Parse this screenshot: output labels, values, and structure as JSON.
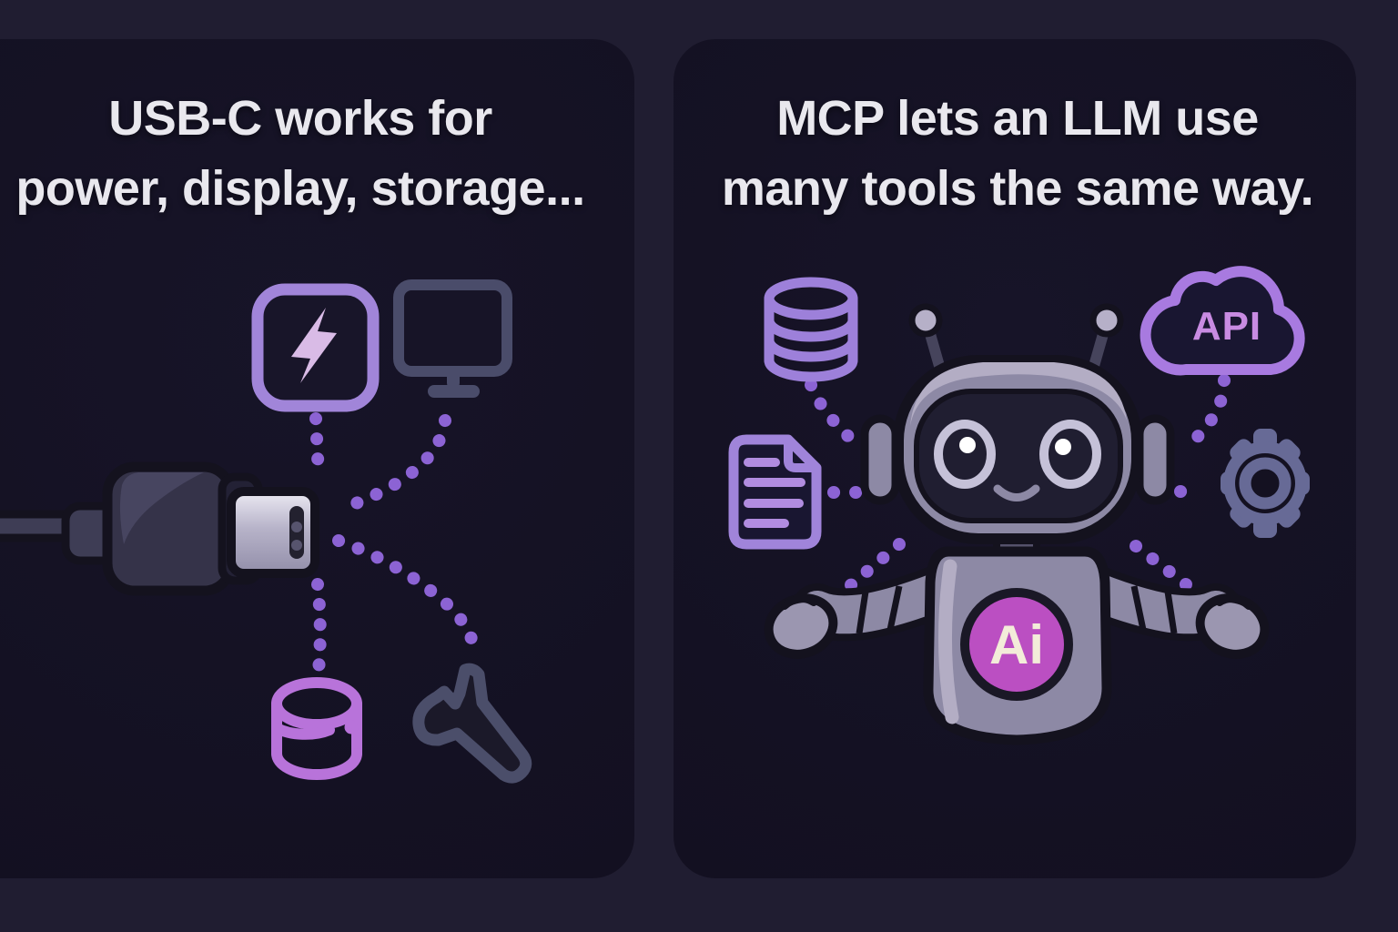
{
  "panels": {
    "left": {
      "title_line1": "USB-C works for",
      "title_line2": "power, display, storage...",
      "icons": [
        "power-lightning-icon",
        "display-monitor-icon",
        "usb-c-connector",
        "storage-database-icon",
        "tool-wrench-icon"
      ]
    },
    "right": {
      "title_line1": "MCP lets an LLM use",
      "title_line2": "many tools the same way.",
      "cloud_label": "API",
      "badge_label": "Ai",
      "icons": [
        "database-icon",
        "document-icon",
        "api-cloud-icon",
        "gear-icon",
        "ai-robot-mascot"
      ]
    }
  },
  "colors": {
    "background": "#201d31",
    "panel": "#141121",
    "title_text": "#e9e8ee",
    "accent_purple": "#a185d9",
    "accent_magenta_db": "#b873da",
    "cloud_purple": "#a87ae0",
    "cloud_text": "#c88be2",
    "slate_icon": "#4a4c6a",
    "gear_slate": "#676a96",
    "dot_purple": "#8c63d4",
    "robot_body": "#8d89a5",
    "robot_highlight": "#b3adc4",
    "robot_face": "#201e31",
    "badge_magenta": "#bb4fc2",
    "badge_text": "#f3ecd9",
    "bolt_pink": "#d9bbe6"
  }
}
